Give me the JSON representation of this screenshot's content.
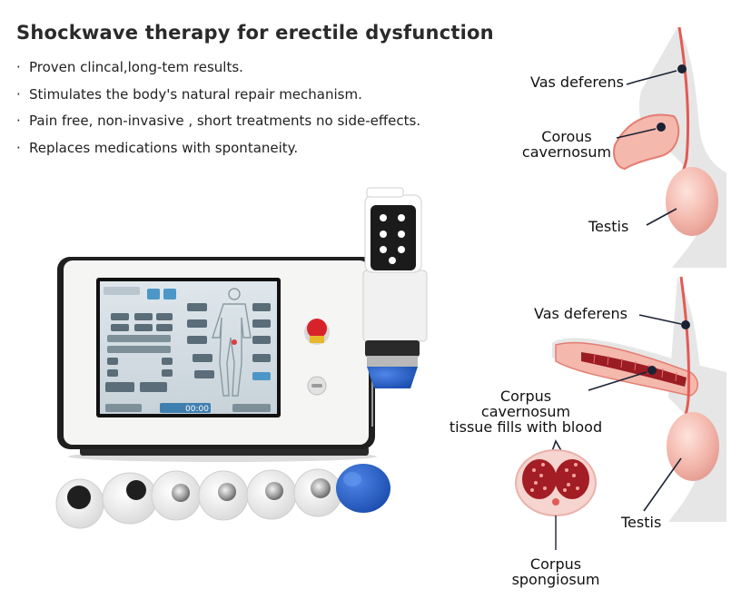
{
  "title": "Shockwave therapy for erectile dysfunction",
  "bullets": [
    "Proven clincal,long-tem results.",
    "Stimulates the body's natural repair mechanism.",
    "Pain free, non-invasive , short treatments no side-effects.",
    "Replaces medications with spontaneity."
  ],
  "bullet_marker": "·",
  "device": {
    "screen_timer": "00:00"
  },
  "diagram_top": {
    "vas_deferens": "Vas deferens",
    "corous": "Corous",
    "cavernosum": "cavernosum",
    "testis": "Testis"
  },
  "diagram_bottom": {
    "vas_deferens": "Vas deferens",
    "corpus": "Corpus",
    "cavernosum": "cavernosum",
    "tissue": "tissue fills with blood",
    "testis": "Testis",
    "corpus2": "Corpus",
    "spongiosum": "spongiosum"
  },
  "colors": {
    "flesh": "#f4b8ad",
    "vessel": "#e25b55",
    "dark_red": "#9b1c22",
    "gray_body": "#e6e6e6",
    "device_white": "#f4f4f2",
    "device_black": "#1c1c1c",
    "knob_blue": "#2b65c9"
  }
}
